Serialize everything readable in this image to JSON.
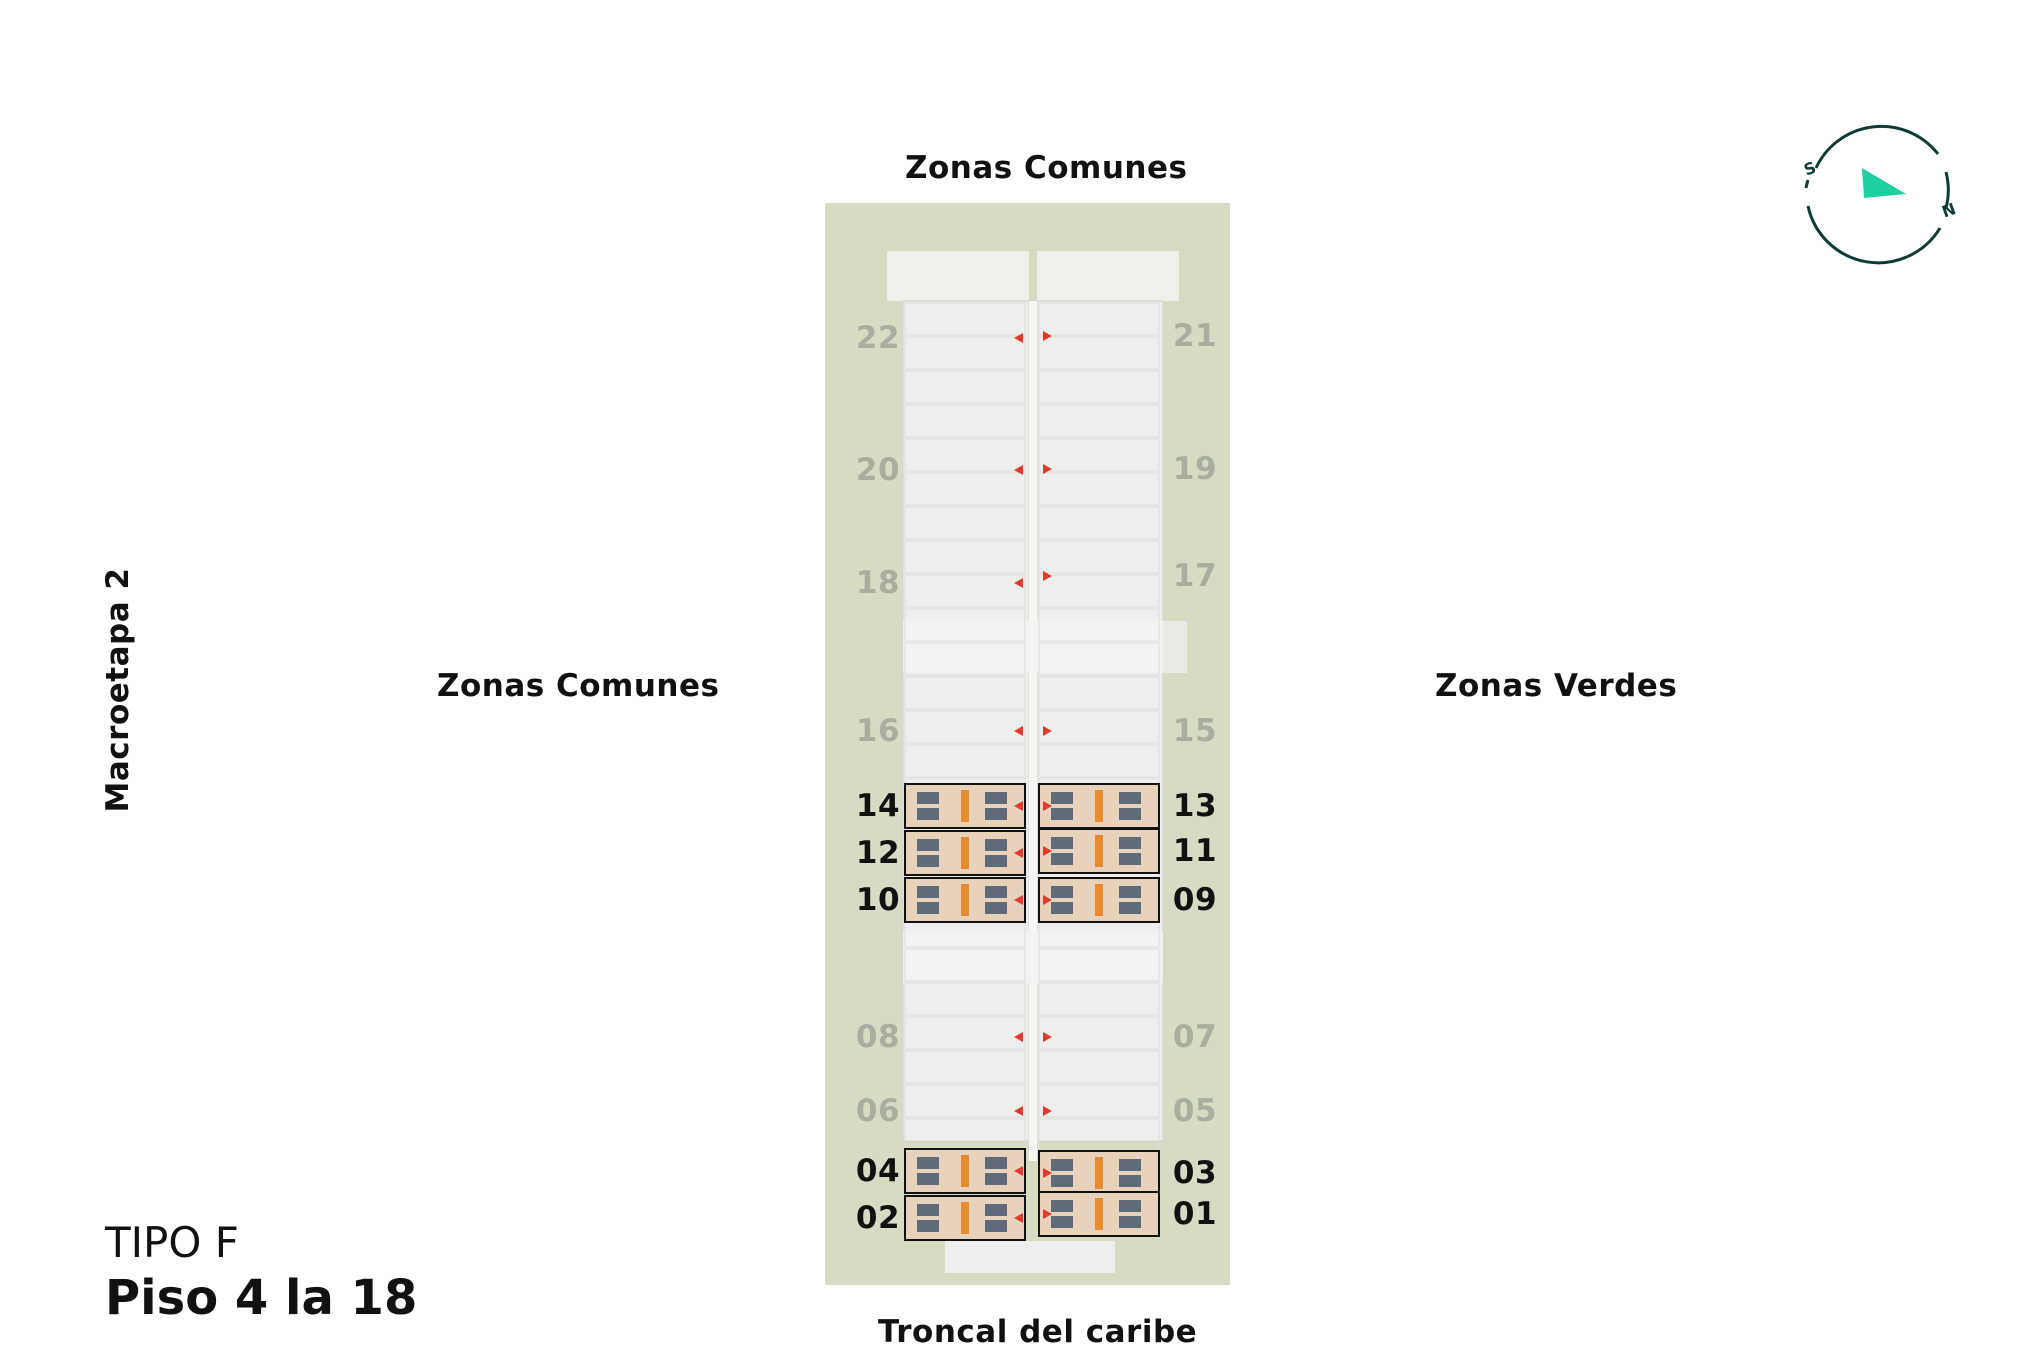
{
  "labels": {
    "top": "Zonas Comunes",
    "bottom": "Troncal del caribe",
    "left": "Zonas Comunes",
    "right": "Zonas Verdes",
    "macroetapa": "Macroetapa 2"
  },
  "plan": {
    "type": "TIPO F",
    "floors": "Piso 4 la 18"
  },
  "compass": {
    "south": "S",
    "north": "N"
  },
  "colors": {
    "site_green": "#d6dcc4",
    "highlight_fill": "#e7d2bc",
    "accent_orange": "#e98a2e",
    "compass_ring": "#0f3b35",
    "compass_arrow": "#1ecfa0",
    "entrance_marker": "#e23b2e",
    "muted_number": "#a9aea0"
  },
  "units": [
    {
      "id": "22",
      "side": "left",
      "highlighted": false
    },
    {
      "id": "21",
      "side": "right",
      "highlighted": false
    },
    {
      "id": "20",
      "side": "left",
      "highlighted": false
    },
    {
      "id": "19",
      "side": "right",
      "highlighted": false
    },
    {
      "id": "18",
      "side": "left",
      "highlighted": false
    },
    {
      "id": "17",
      "side": "right",
      "highlighted": false
    },
    {
      "id": "16",
      "side": "left",
      "highlighted": false
    },
    {
      "id": "15",
      "side": "right",
      "highlighted": false
    },
    {
      "id": "14",
      "side": "left",
      "highlighted": true
    },
    {
      "id": "13",
      "side": "right",
      "highlighted": true
    },
    {
      "id": "12",
      "side": "left",
      "highlighted": true
    },
    {
      "id": "11",
      "side": "right",
      "highlighted": true
    },
    {
      "id": "10",
      "side": "left",
      "highlighted": true
    },
    {
      "id": "09",
      "side": "right",
      "highlighted": true
    },
    {
      "id": "08",
      "side": "left",
      "highlighted": false
    },
    {
      "id": "07",
      "side": "right",
      "highlighted": false
    },
    {
      "id": "06",
      "side": "left",
      "highlighted": false
    },
    {
      "id": "05",
      "side": "right",
      "highlighted": false
    },
    {
      "id": "04",
      "side": "left",
      "highlighted": true
    },
    {
      "id": "03",
      "side": "right",
      "highlighted": true
    },
    {
      "id": "02",
      "side": "left",
      "highlighted": true
    },
    {
      "id": "01",
      "side": "right",
      "highlighted": true
    }
  ]
}
